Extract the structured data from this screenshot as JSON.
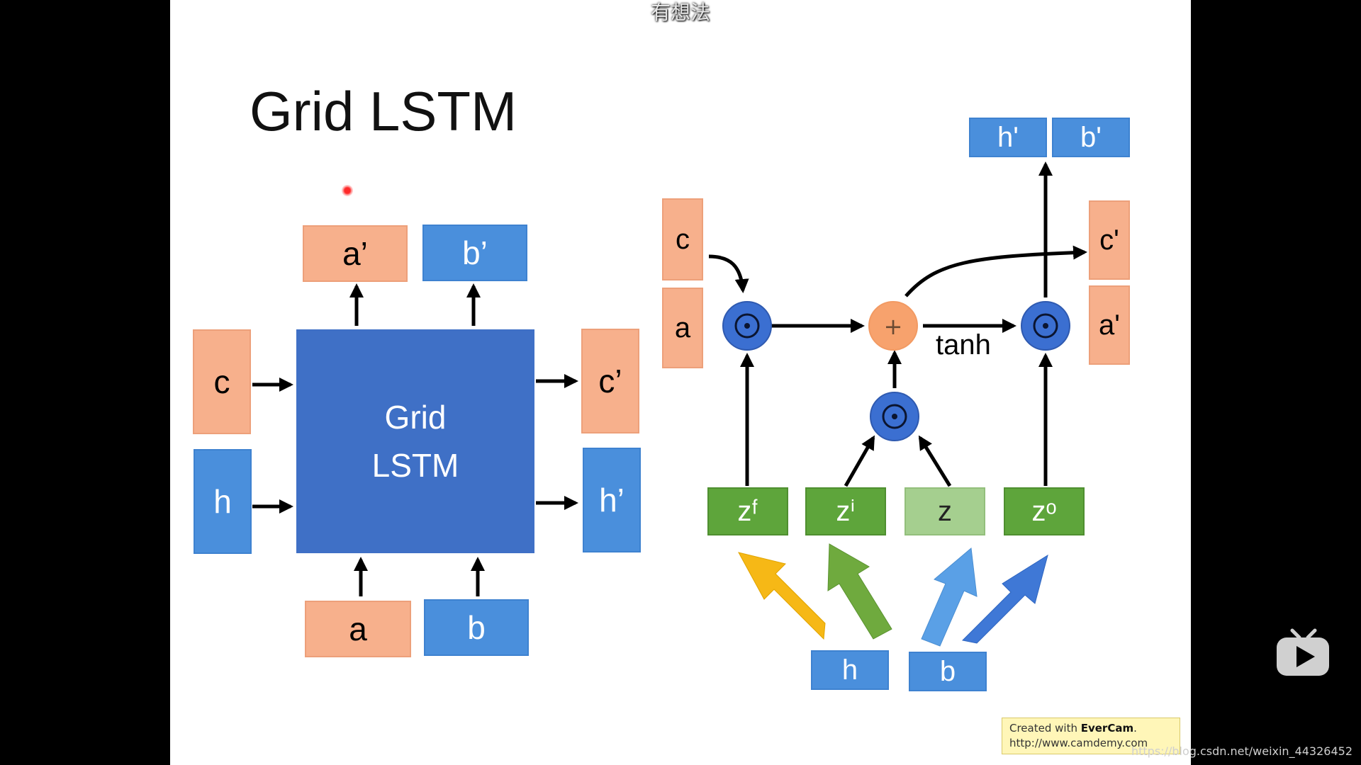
{
  "subtitle": "有想法",
  "slide": {
    "title": "Grid LSTM",
    "left_diagram": {
      "core_line1": "Grid",
      "core_line2": "LSTM",
      "in_c": "c",
      "in_h": "h",
      "in_a": "a",
      "in_b": "b",
      "out_a": "a’",
      "out_b": "b’",
      "out_c": "c’",
      "out_h": "h’"
    },
    "right_diagram": {
      "in_c": "c",
      "in_a": "a",
      "out_h": "h'",
      "out_b": "b'",
      "out_c": "c'",
      "out_a": "a'",
      "tanh_label": "tanh",
      "plus_symbol": "+",
      "gate_zf": "zᶠ",
      "gate_zi": "zⁱ",
      "gate_z": "z",
      "gate_zo": "zᵒ",
      "bottom_h": "h",
      "bottom_b": "b"
    }
  },
  "badge": {
    "line1_prefix": "Created with ",
    "line1_brand": "EverCam",
    "line1_suffix": ".",
    "line2": "http://www.camdemy.com"
  },
  "watermark": "https://blog.csdn.net/weixin_44326452",
  "colors": {
    "peach": "#f7b08c",
    "blue": "#4a8fdc",
    "core_blue": "#3f70c6",
    "green": "#5ea53b",
    "light_green": "#a5cf8f",
    "circle_blue": "#3b6fd1",
    "plus_orange": "#f7a26d"
  }
}
